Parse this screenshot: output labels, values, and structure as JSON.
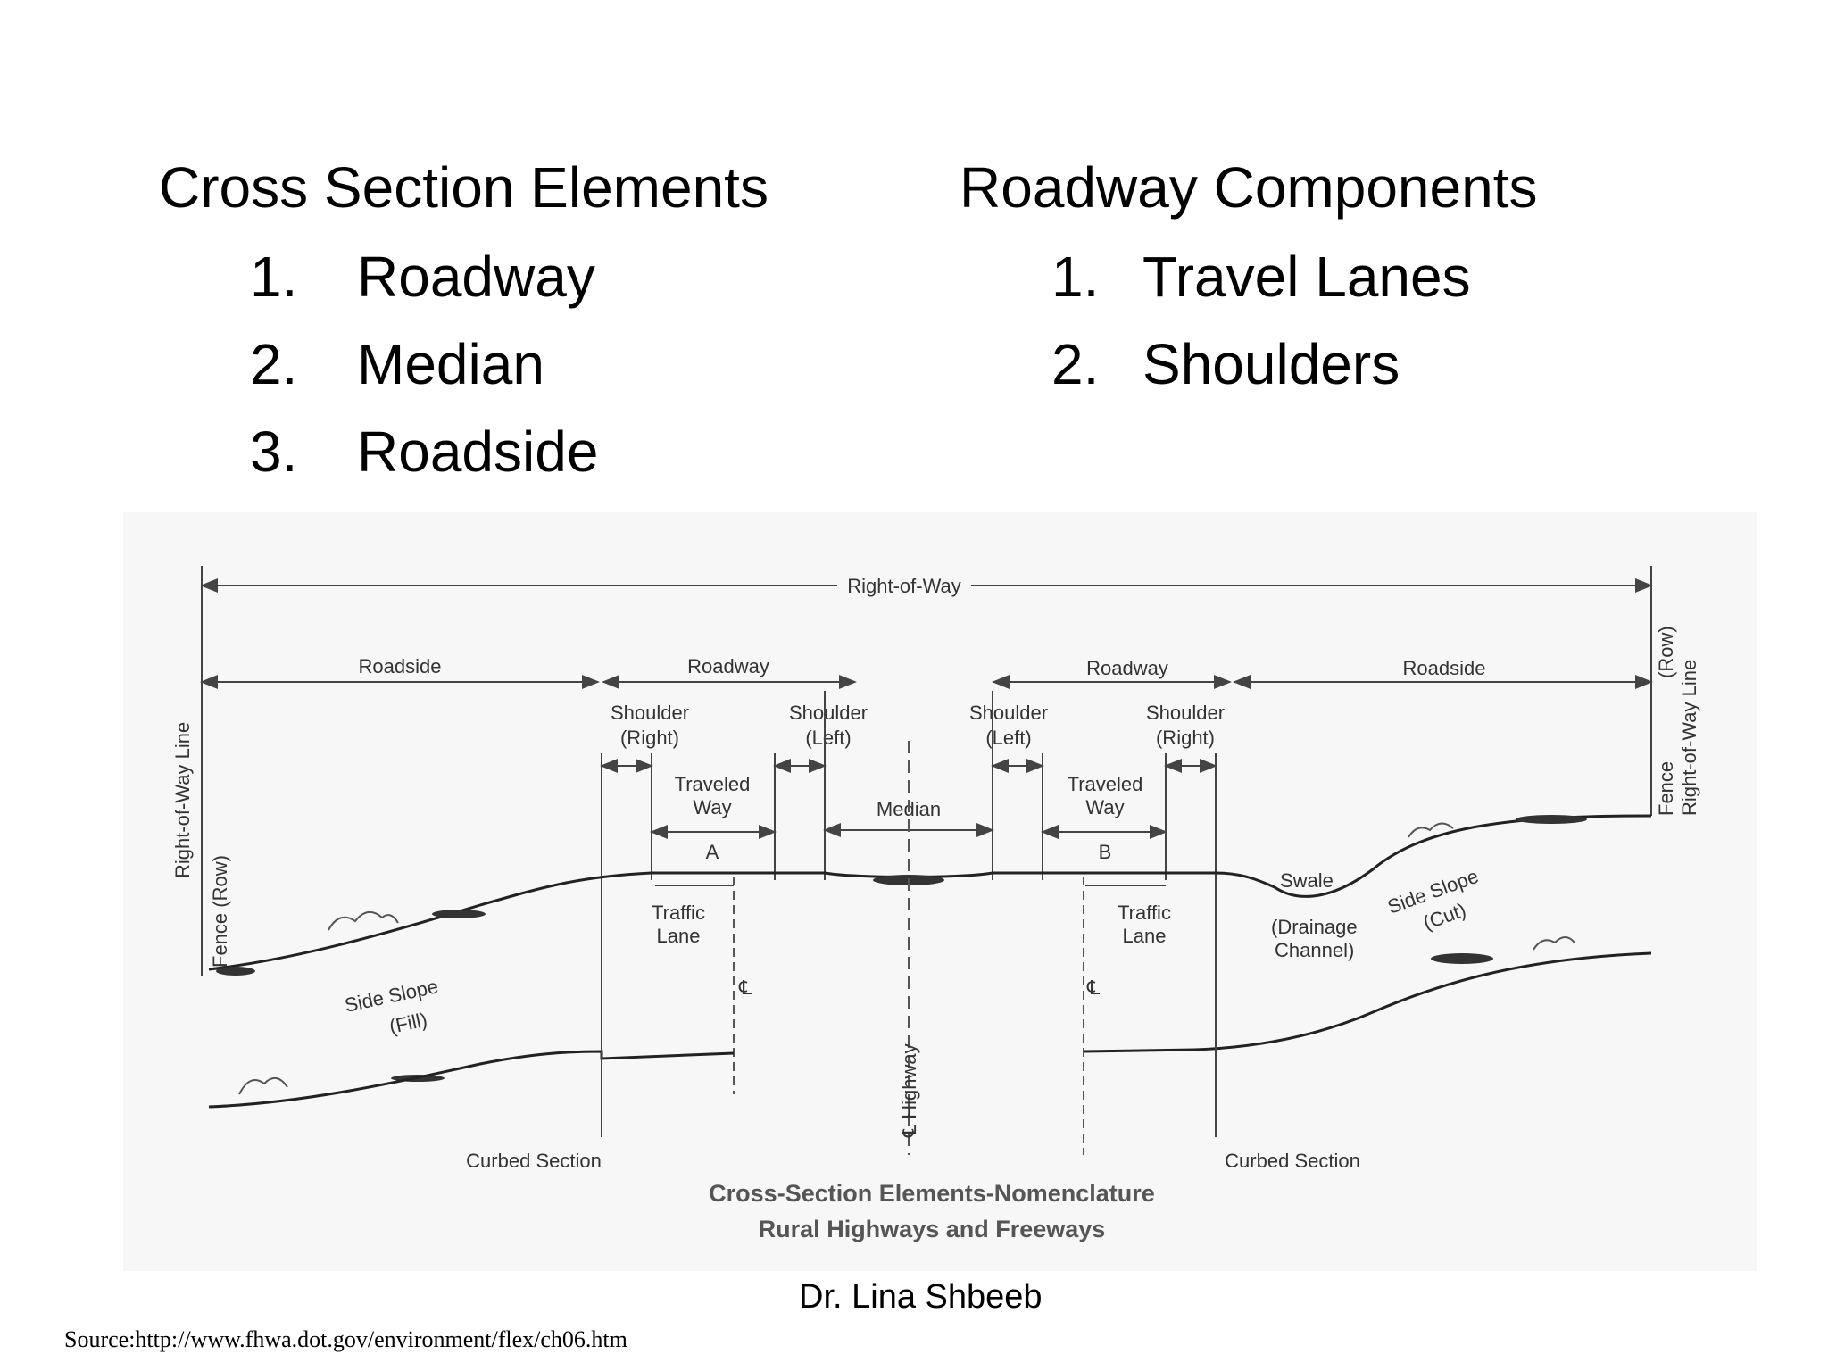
{
  "left_column": {
    "heading": "Cross Section Elements",
    "items": [
      {
        "num": "1.",
        "text": "Roadway"
      },
      {
        "num": "2.",
        "text": "Median"
      },
      {
        "num": "3.",
        "text": "Roadside"
      }
    ]
  },
  "right_column": {
    "heading": "Roadway Components",
    "items": [
      {
        "num": "1.",
        "text": "Travel Lanes"
      },
      {
        "num": "2.",
        "text": "Shoulders"
      }
    ]
  },
  "diagram": {
    "right_of_way": "Right-of-Way",
    "roadside": "Roadside",
    "roadway": "Roadway",
    "shoulder": "Shoulder",
    "right_paren": "(Right)",
    "left_paren": "(Left)",
    "traveled": "Traveled",
    "way": "Way",
    "median": "Median",
    "lane_a": "A",
    "lane_b": "B",
    "traffic": "Traffic",
    "lane": "Lane",
    "cl": "℄",
    "cl_highway": "℄ Highway",
    "swale": "Swale",
    "drainage": "(Drainage",
    "channel": "Channel)",
    "side_slope": "Side Slope",
    "fill": "(Fill)",
    "cut": "(Cut)",
    "curbed_section": "Curbed Section",
    "row_line_left": "Right-of-Way Line",
    "fence_row": "Fence  (Row)",
    "row_right": "(Row)",
    "row_line_right": "Right-of-Way Line",
    "fence": "Fence",
    "caption_line1": "Cross-Section Elements-Nomenclature",
    "caption_line2": "Rural Highways and Freeways"
  },
  "author": "Dr. Lina Shbeeb",
  "source": "Source:http://www.fhwa.dot.gov/environment/flex/ch06.htm"
}
